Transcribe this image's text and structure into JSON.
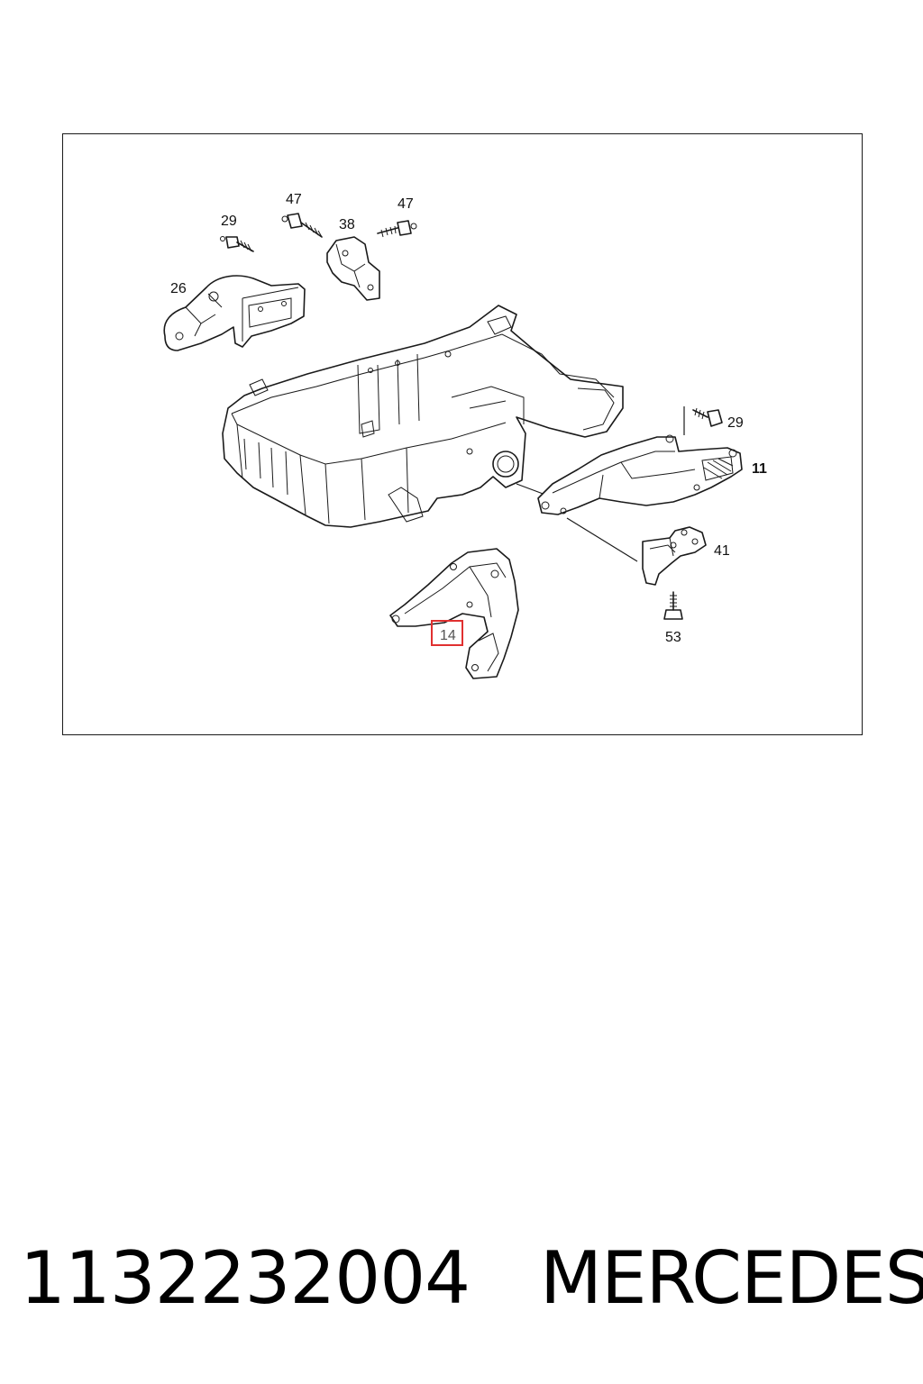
{
  "diagram": {
    "callouts": {
      "c29a": "29",
      "c47a": "47",
      "c38": "38",
      "c47b": "47",
      "c26": "26",
      "c29b": "29",
      "c11": "11",
      "c41": "41",
      "c53": "53",
      "c14": "14"
    },
    "highlight_color": "#e03030"
  },
  "footer": {
    "part_number": "1132232004",
    "brand": "MERCEDES"
  }
}
